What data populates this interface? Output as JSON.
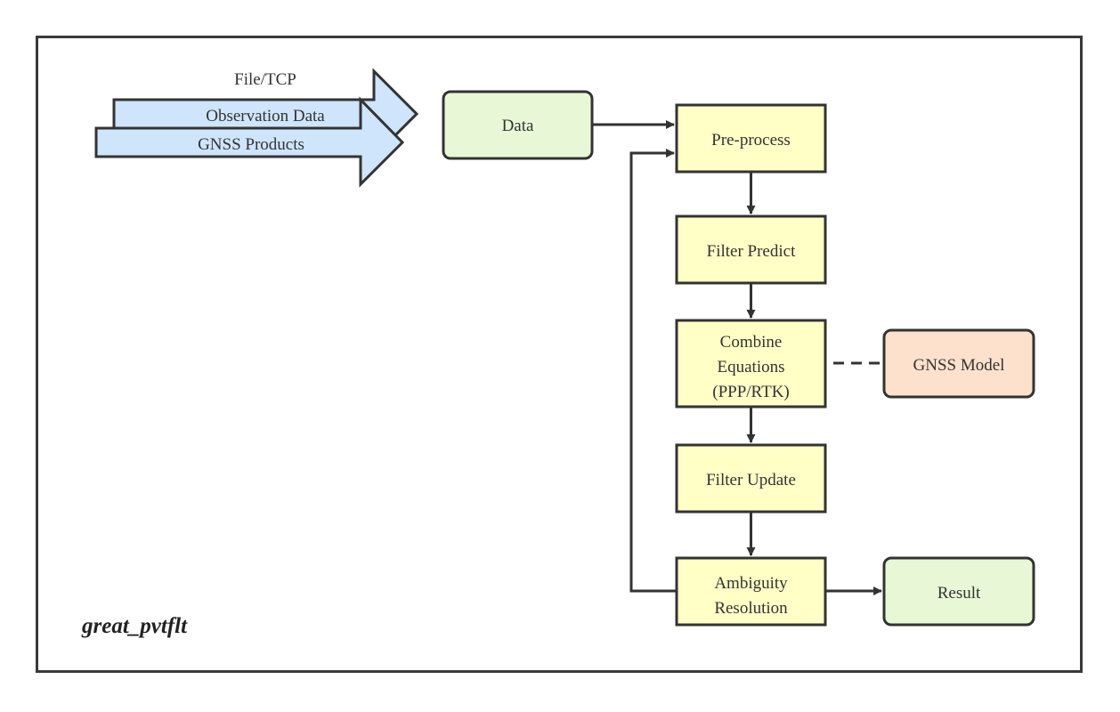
{
  "caption": "great_pvtflt",
  "inputs": {
    "file_tcp": "File/TCP",
    "observation_data": "Observation Data",
    "gnss_products": "GNSS Products"
  },
  "nodes": {
    "data": "Data",
    "pre_process": "Pre-process",
    "filter_predict": "Filter Predict",
    "combine_equations": [
      "Combine",
      "Equations",
      "(PPP/RTK)"
    ],
    "gnss_model": "GNSS Model",
    "filter_update": "Filter Update",
    "ambiguity_resolution": [
      "Ambiguity",
      "Resolution"
    ],
    "result": "Result"
  },
  "colors": {
    "input_arrow_fill": "#cfe5fb",
    "data_fill": "#e8f8d6",
    "process_fill": "#ffffc6",
    "model_fill": "#fde1cc",
    "result_fill": "#e8f8d6",
    "stroke": "#333333"
  }
}
